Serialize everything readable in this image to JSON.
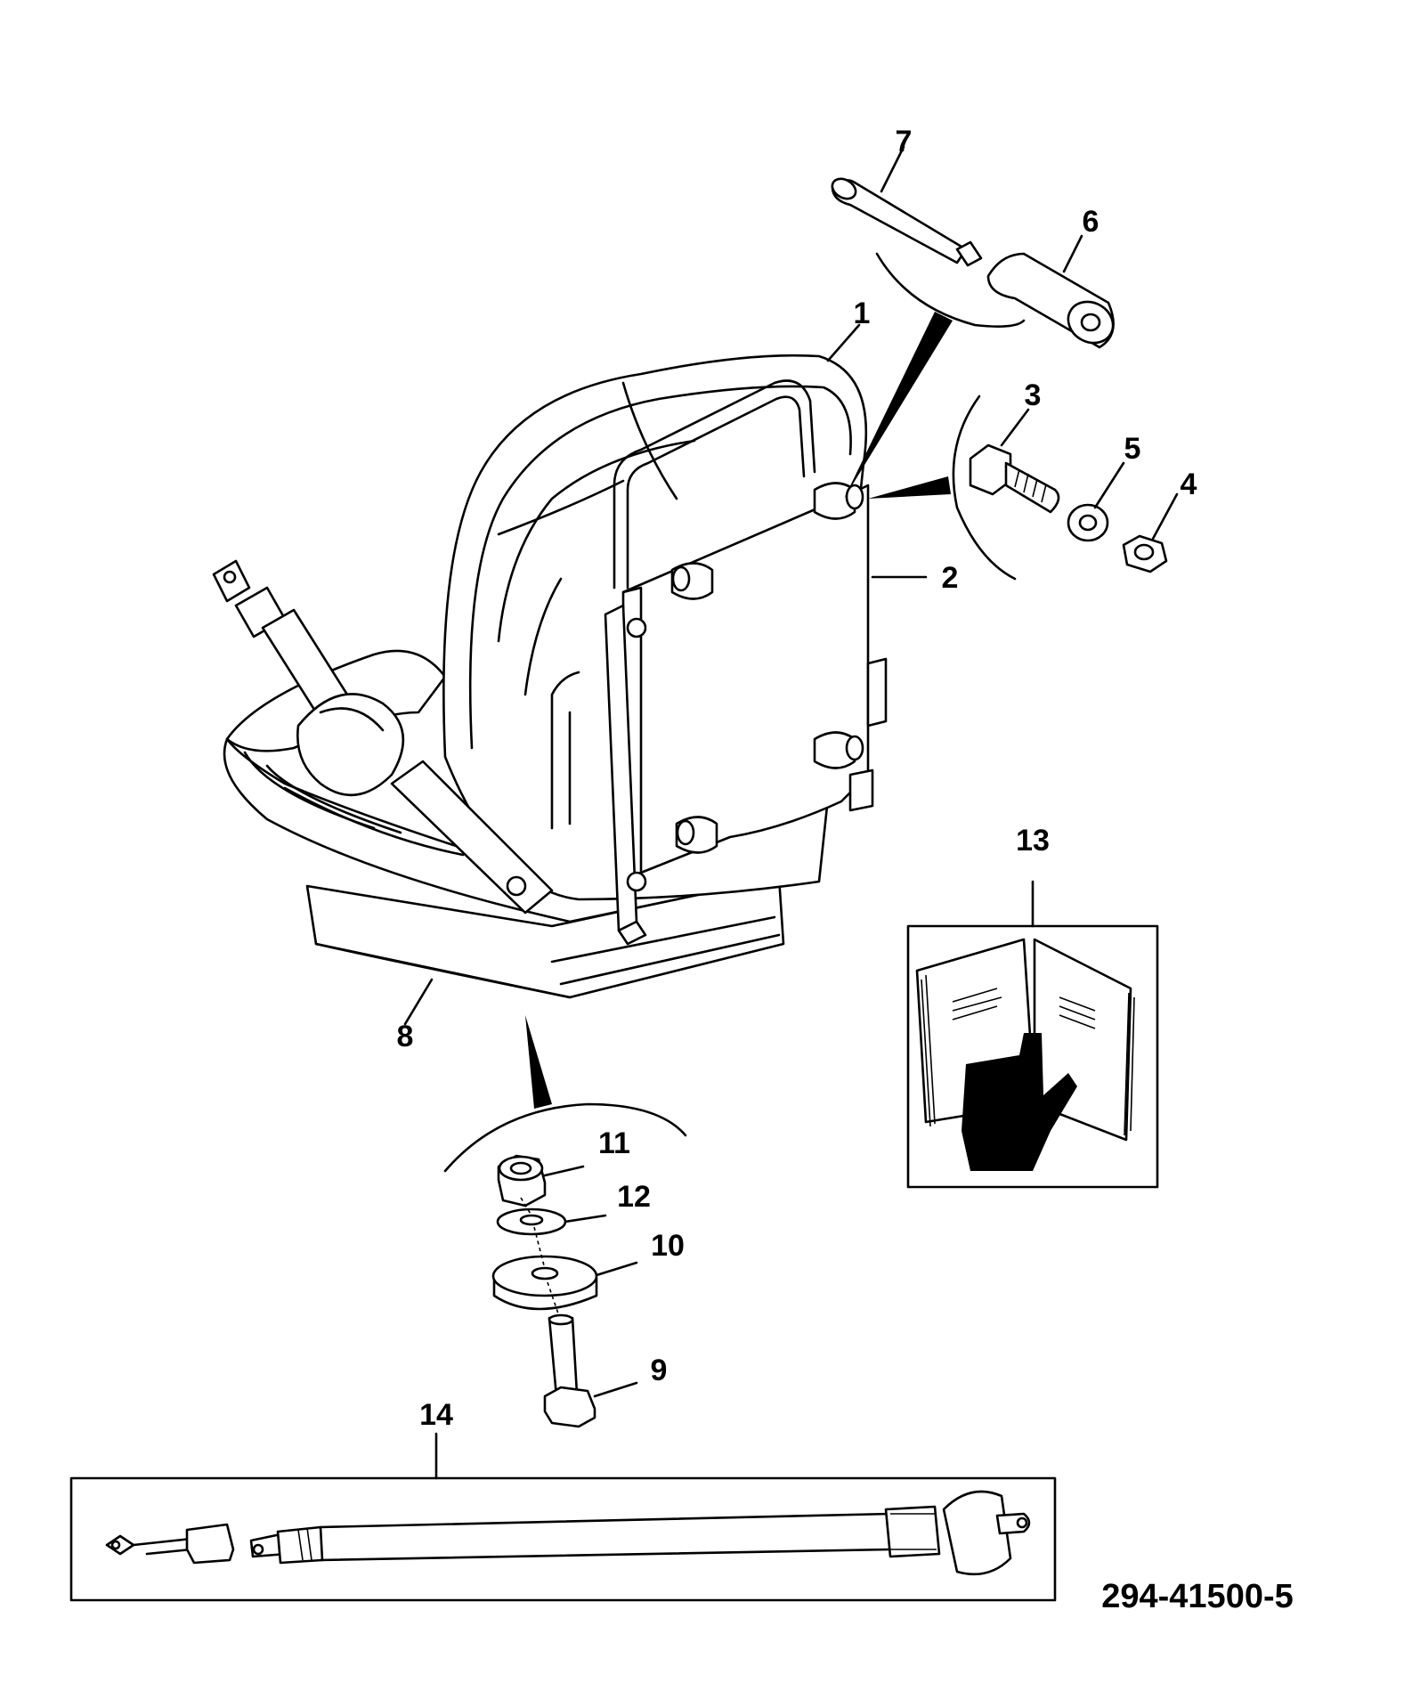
{
  "labels": {
    "p1": "1",
    "p2": "2",
    "p3": "3",
    "p4": "4",
    "p5": "5",
    "p6": "6",
    "p7": "7",
    "p8": "8",
    "p9": "9",
    "p10": "10",
    "p11": "11",
    "p12": "12",
    "p13": "13",
    "p14": "14"
  },
  "drawing_number": "294-41500-5"
}
